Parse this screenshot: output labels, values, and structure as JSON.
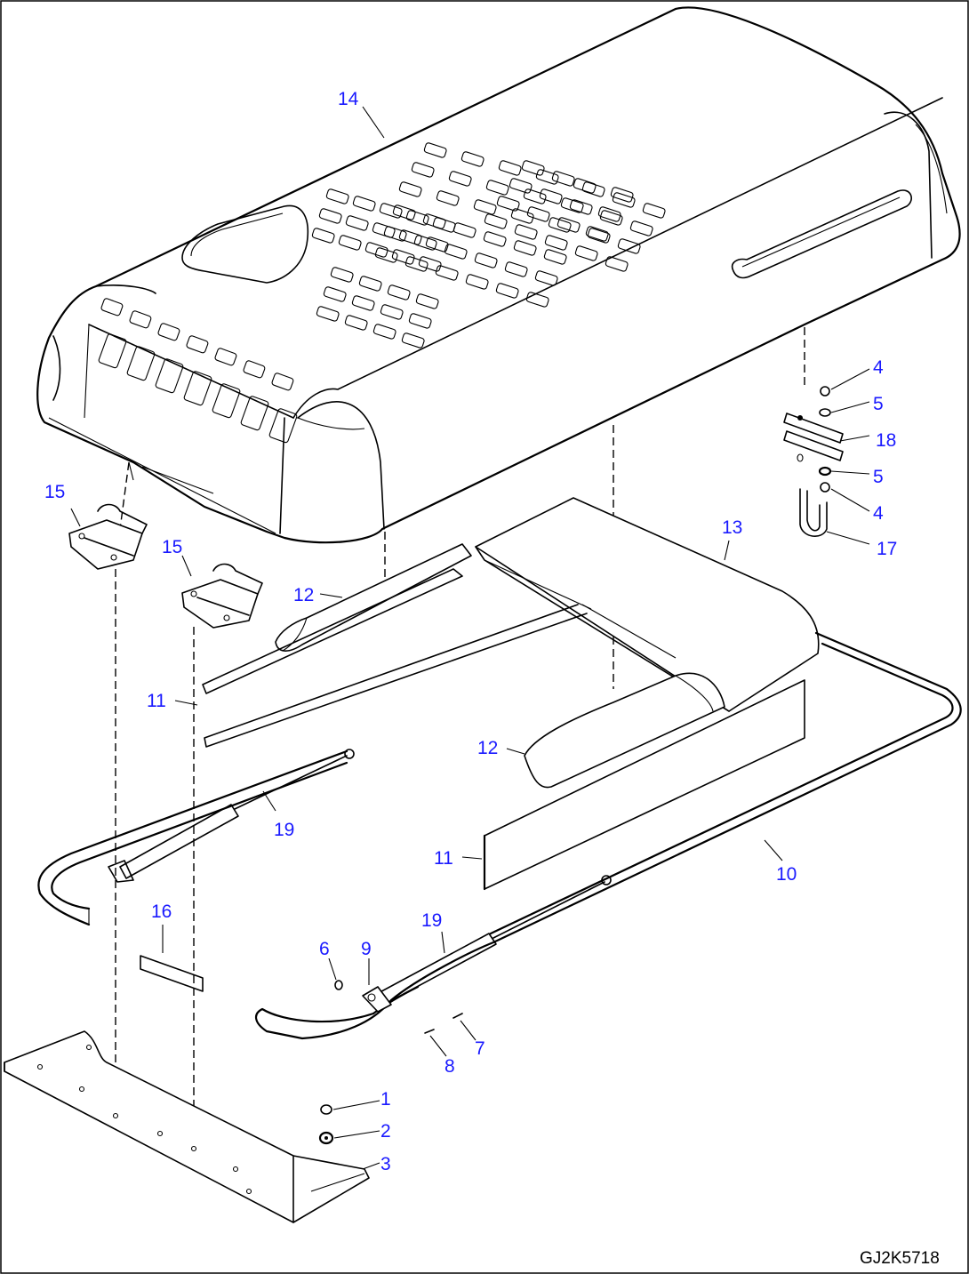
{
  "drawing_code": "GJ2K5718",
  "callouts": {
    "c1": "1",
    "c2": "2",
    "c3": "3",
    "c4a": "4",
    "c4b": "4",
    "c5a": "5",
    "c5b": "5",
    "c6": "6",
    "c7": "7",
    "c8": "8",
    "c9": "9",
    "c10": "10",
    "c11a": "11",
    "c11b": "11",
    "c12a": "12",
    "c12b": "12",
    "c13": "13",
    "c14": "14",
    "c15a": "15",
    "c15b": "15",
    "c16": "16",
    "c17": "17",
    "c18": "18",
    "c19a": "19",
    "c19b": "19"
  },
  "colors": {
    "callout": "#1a1aff",
    "line": "#000000",
    "background": "#ffffff"
  }
}
